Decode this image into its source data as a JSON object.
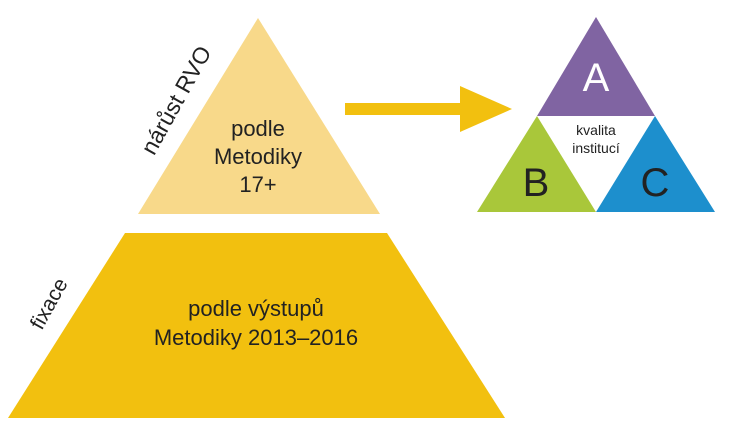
{
  "colors": {
    "top_pyramid": "#F8D98A",
    "bottom_trapezoid": "#F2C00F",
    "arrow": "#F2C00F",
    "segment_a": "#8064A2",
    "segment_b": "#A9C73A",
    "segment_c": "#1D8FCD",
    "text": "#222222"
  },
  "top_pyramid": {
    "side_label": "nárůst RVO",
    "lines": [
      "podle",
      "Metodiky",
      "17+"
    ]
  },
  "bottom_trapezoid": {
    "side_label": "fixace",
    "lines": [
      "podle výstupů",
      "Metodiky 2013–2016"
    ]
  },
  "quality_triangle": {
    "segment_a": "A",
    "segment_b": "B",
    "segment_c": "C",
    "center_lines": [
      "kvalita",
      "institucí"
    ]
  }
}
